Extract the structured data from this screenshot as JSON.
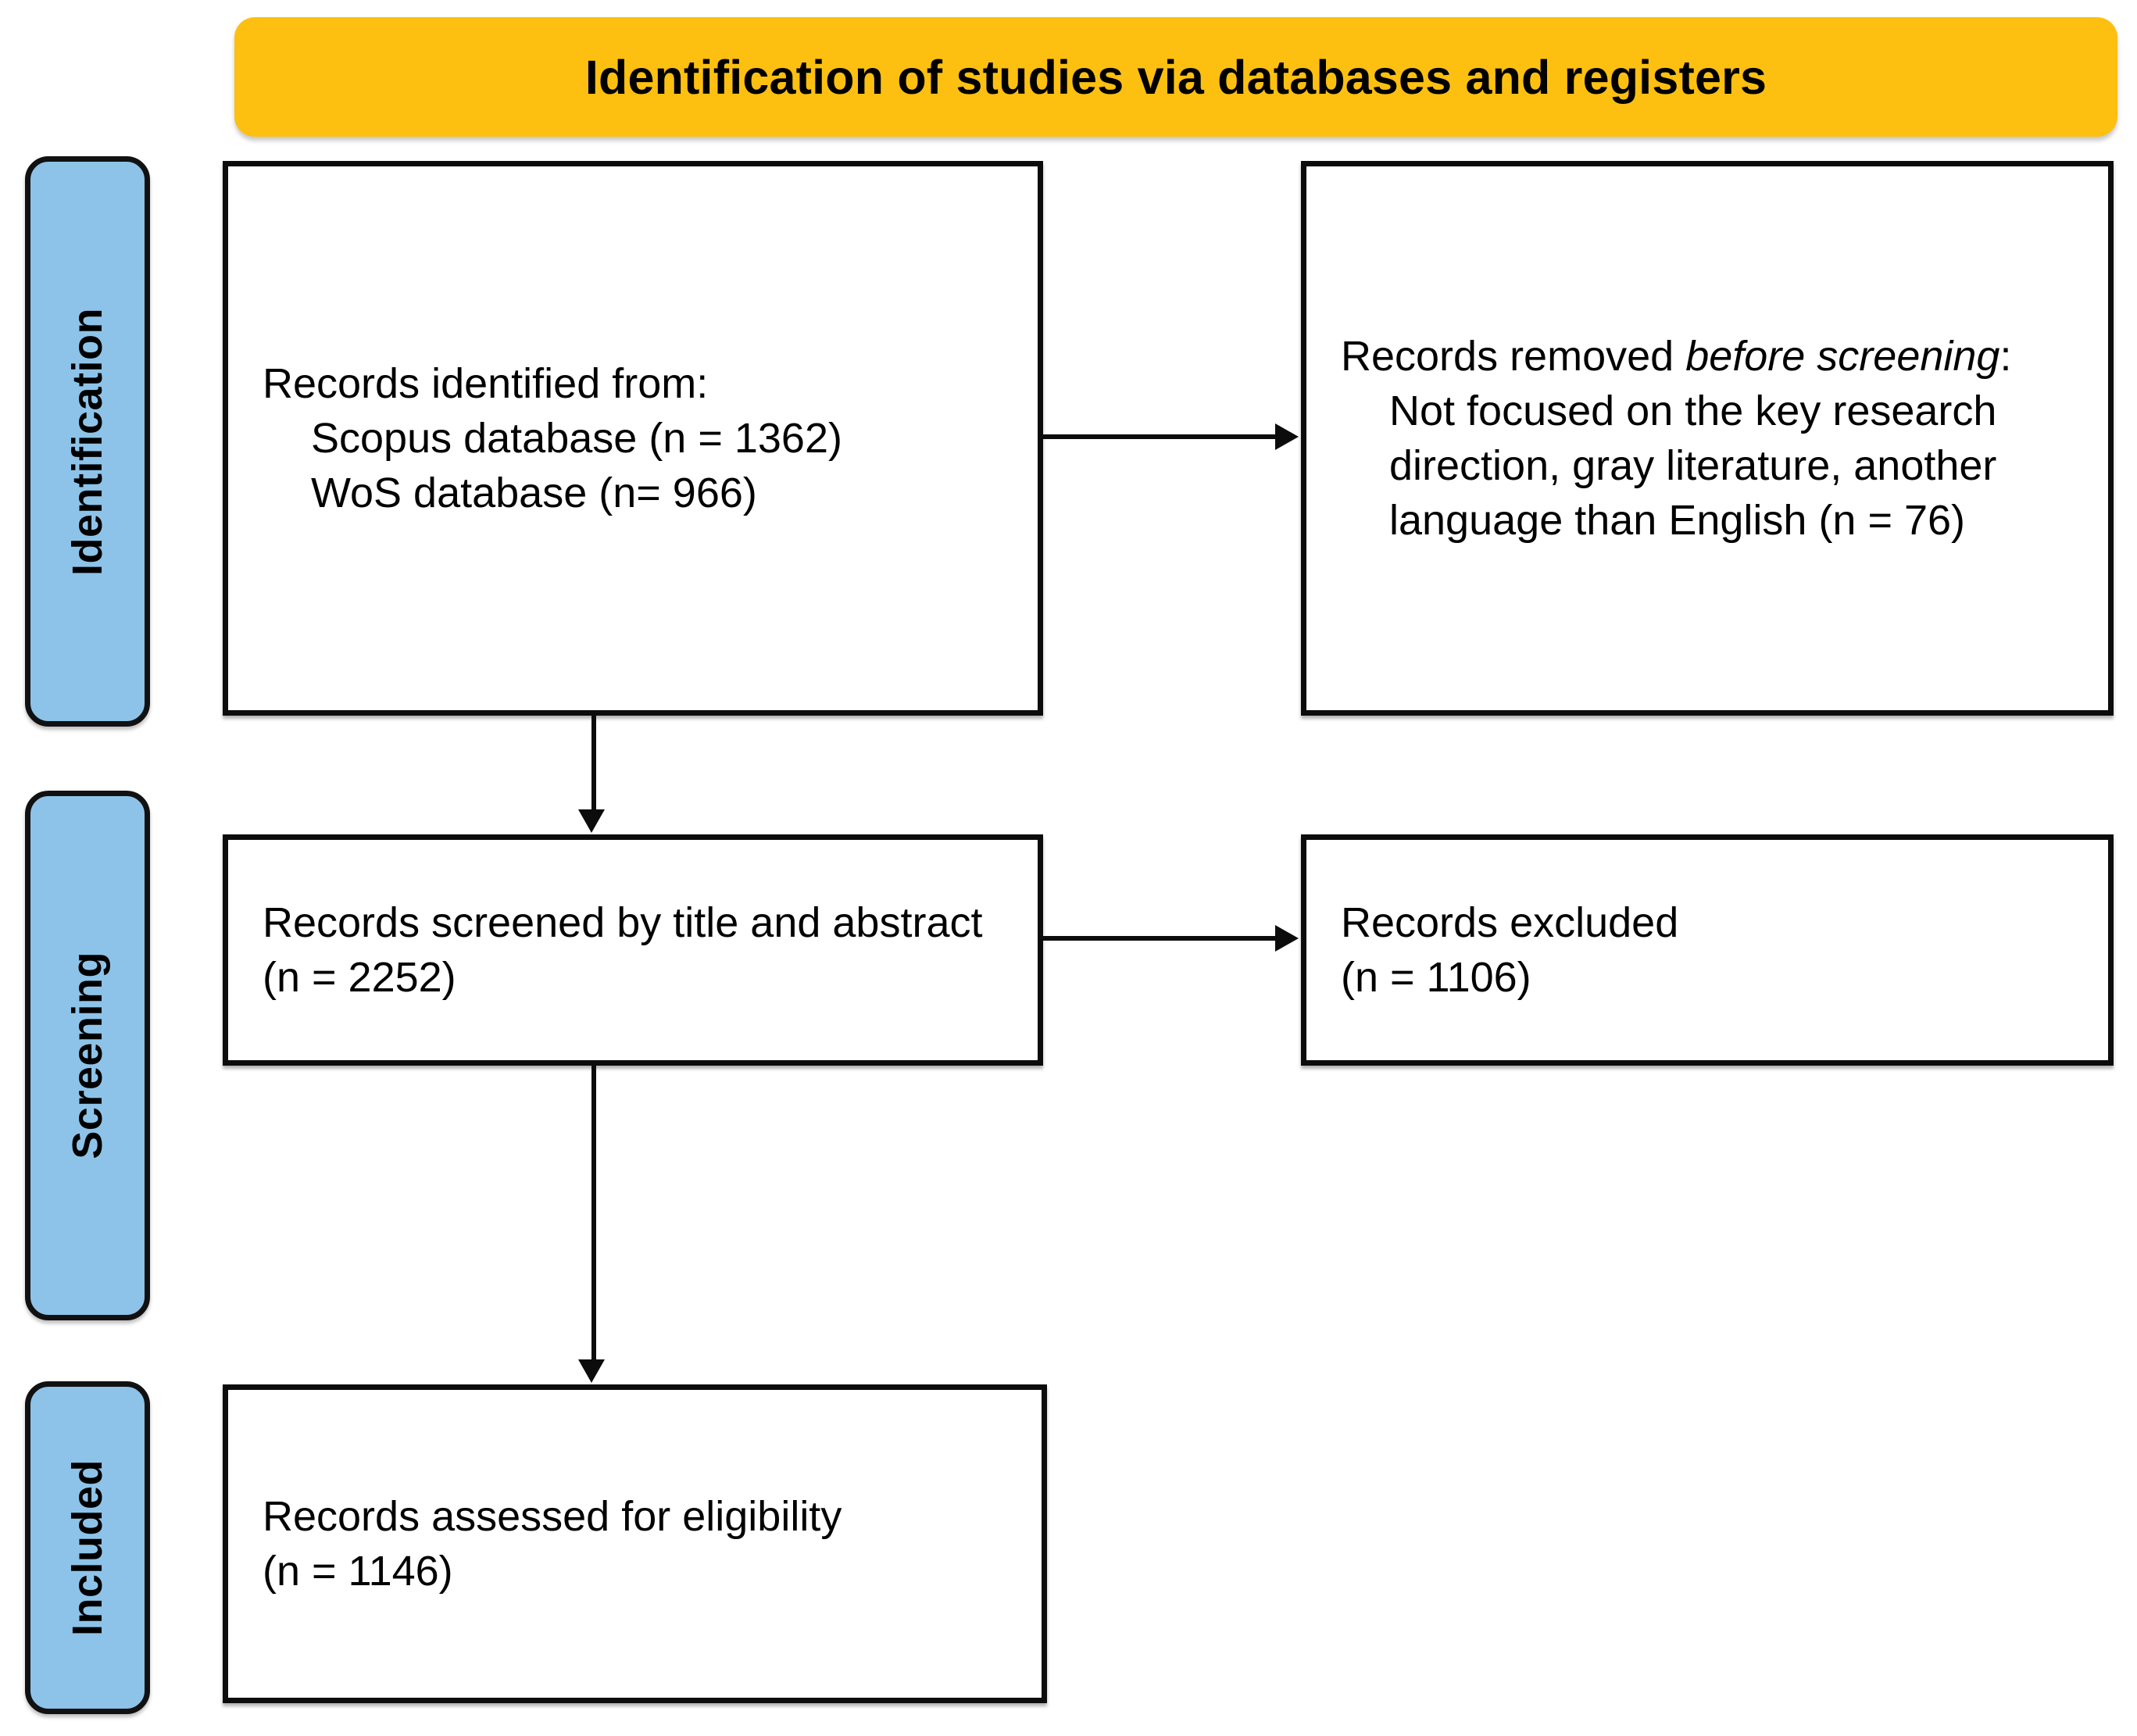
{
  "banner": {
    "title": "Identification of studies via databases and registers",
    "color": "#FDC010"
  },
  "stages": [
    {
      "id": "identification",
      "label": "Identification",
      "color": "#8DC3E8"
    },
    {
      "id": "screening",
      "label": "Screening",
      "color": "#8DC3E8"
    },
    {
      "id": "included",
      "label": "Included",
      "color": "#8DC3E8"
    }
  ],
  "boxes": {
    "identified": {
      "heading": "Records identified from:",
      "lines": [
        "Scopus database (n = 1362)",
        "WoS database (n= 966)"
      ]
    },
    "removed": {
      "heading_prefix": "Records removed ",
      "heading_italic": "before screening",
      "heading_suffix": ":",
      "body": "Not focused on the key research direction, gray literature, another language than English (n = 76)"
    },
    "screened": {
      "line1": "Records screened by title and abstract",
      "line2": "(n = 2252)"
    },
    "excluded": {
      "line1": "Records excluded",
      "line2": "(n = 1106)"
    },
    "assessed": {
      "line1": "Records assessed for eligibility",
      "line2": "(n = 1146)"
    }
  }
}
